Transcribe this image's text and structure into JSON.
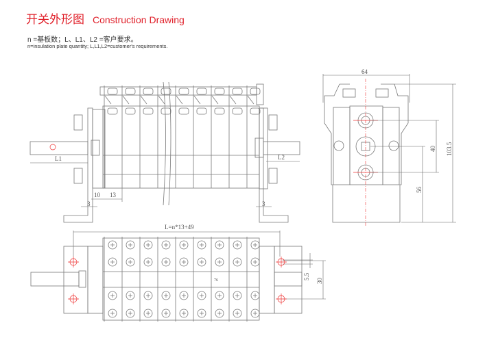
{
  "header": {
    "title_cn": "开关外形图",
    "title_en": "Construction Drawing",
    "note_cn": "n =基板数；L、L1、L2 =客户要求。",
    "note_en": "n=insulation plate quantity; L,L1,L2=customer's requirements."
  },
  "front_view": {
    "L1": "L1",
    "L2": "L2",
    "dim_10": "10",
    "dim_13": "13",
    "dim_3_left": "3",
    "dim_3_right": "3"
  },
  "side_view": {
    "width": "64",
    "height": "103.5",
    "hole_spacing": "40",
    "center_height": "56"
  },
  "top_view": {
    "length_formula": "L=n*13+49",
    "hole_dia": "5.5",
    "hole_spacing": "30",
    "mark": "76"
  },
  "colors": {
    "title": "#e0202a",
    "centerline": "#ee3333",
    "line": "#777777"
  }
}
